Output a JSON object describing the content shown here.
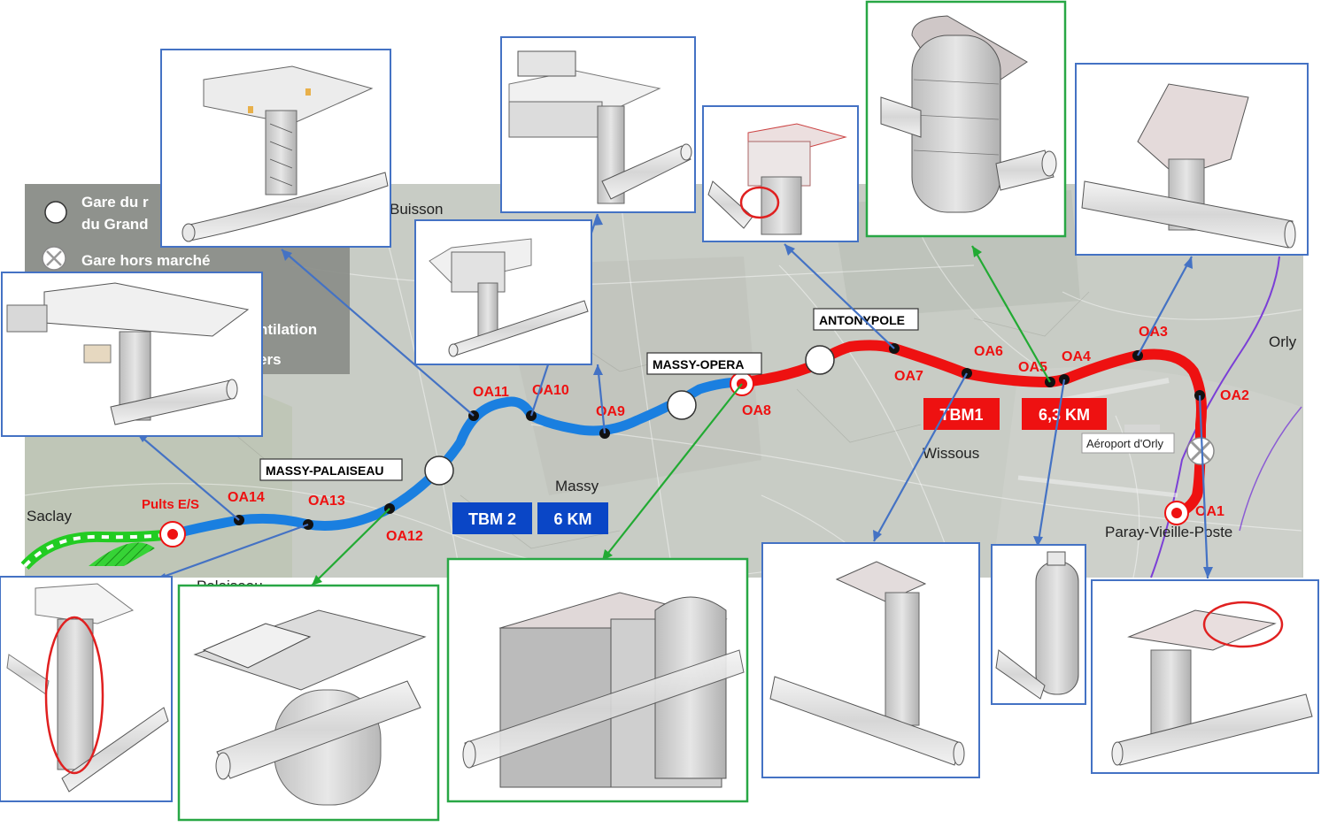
{
  "legend": {
    "items": [
      {
        "icon": "station-open-circle-icon",
        "text": "Gare du r"
      },
      {
        "icon": "station-open-circle-icon",
        "text": "du Grand"
      },
      {
        "icon": "station-crossed-circle-icon",
        "text": "Gare hors marché"
      },
      {
        "icon": "none",
        "text": "ntilation"
      },
      {
        "icon": "none",
        "text": "ers"
      }
    ]
  },
  "places": {
    "buisson": "Buisson",
    "saclay": "Saclay",
    "massy": "Massy",
    "wissous": "Wissous",
    "orly": "Orly",
    "paray": "Paray-Vieille-Poste",
    "palaiseau": "Palaiseau",
    "airport_label": "Aéroport d'Orly"
  },
  "stations": {
    "massy_palaiseau": "MASSY-PALAISEAU",
    "massy_opera": "MASSY-OPERA",
    "antonypole": "ANTONYPOLE",
    "puits": "Pults E/S"
  },
  "works": [
    "OA1",
    "OA2",
    "OA3",
    "OA4",
    "OA5",
    "OA6",
    "OA7",
    "OA8",
    "OA9",
    "OA10",
    "OA11",
    "OA12",
    "OA13",
    "OA14"
  ],
  "tbm": {
    "tbm2_label": "TBM 2",
    "tbm2_length": "6 KM",
    "tbm1_label": "TBM1",
    "tbm1_length": "6,3 KM"
  },
  "colors": {
    "line_blue": "#1a7fe0",
    "line_red": "#ee1111",
    "green_section": "#22cc22",
    "tbm_blue_box": "#0a46c6",
    "tbm_red_box": "#ee1111",
    "frame_blue": "#4472c4",
    "frame_green": "#28a745",
    "leader_green": "#22aa33",
    "highlight_red": "#e02020",
    "map_bg": "#c9cdc6",
    "legend_bg": "#8a8d88"
  }
}
